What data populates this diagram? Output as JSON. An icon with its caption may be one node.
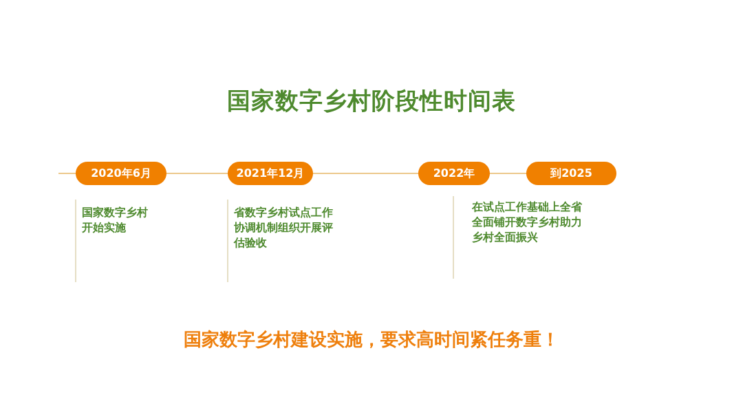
{
  "diagram": {
    "title": "国家数字乡村阶段性时间表",
    "nodes": [
      {
        "text": [
          "2020年6月"
        ]
      },
      {
        "text": [
          "2021年12月"
        ]
      },
      {
        "text": [
          "2022年"
        ]
      },
      {
        "text": [
          "到2025"
        ]
      }
    ],
    "edges": [
      {
        "from": null,
        "to": 0,
        "arrow": "none"
      },
      {
        "from": 0,
        "to": 1,
        "arrow": "none"
      },
      {
        "from": 1,
        "to": 2,
        "arrow": "none"
      },
      {
        "from": 2,
        "to": 3,
        "arrow": "none"
      }
    ],
    "labels": [
      "国家数字乡村开始实施",
      "省数字乡村试点工作协调机制组织开展评估验收",
      "在试点工作基础上全省全面铺开数字乡村助力乡村全面振兴"
    ],
    "caption": "国家数字乡村建设实施，要求高时间紧任务重！"
  }
}
